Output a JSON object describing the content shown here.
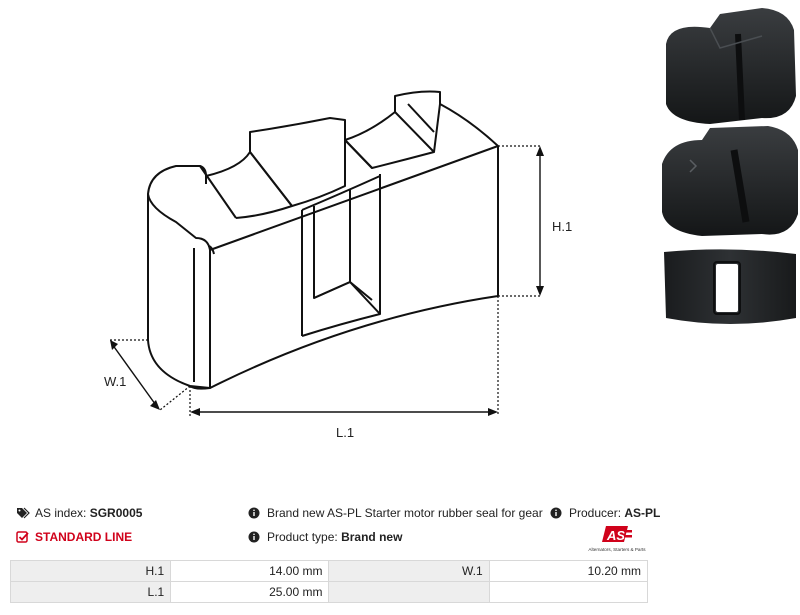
{
  "drawing": {
    "dim_labels": {
      "h1": "H.1",
      "w1": "W.1",
      "l1": "L.1"
    }
  },
  "info": {
    "as_index_label": "AS index:",
    "as_index_value": "SGR0005",
    "line_label": "STANDARD LINE",
    "description": "Brand new AS-PL Starter motor rubber seal for gear",
    "product_type_label": "Product type:",
    "product_type_value": "Brand new",
    "producer_label": "Producer:",
    "producer_value": "AS-PL",
    "logo_text": "AS",
    "logo_tagline": "Alternators, Starters & Parts"
  },
  "specs": {
    "rows": [
      {
        "label_a": "H.1",
        "value_a": "14.00 mm",
        "label_b": "W.1",
        "value_b": "10.20 mm"
      },
      {
        "label_a": "L.1",
        "value_a": "25.00 mm",
        "label_b": "",
        "value_b": ""
      }
    ]
  },
  "colors": {
    "accent_red": "#d0021b",
    "rubber": "#1e2022"
  },
  "icons": [
    "tags-icon",
    "check-square-icon",
    "info-circle-icon"
  ]
}
